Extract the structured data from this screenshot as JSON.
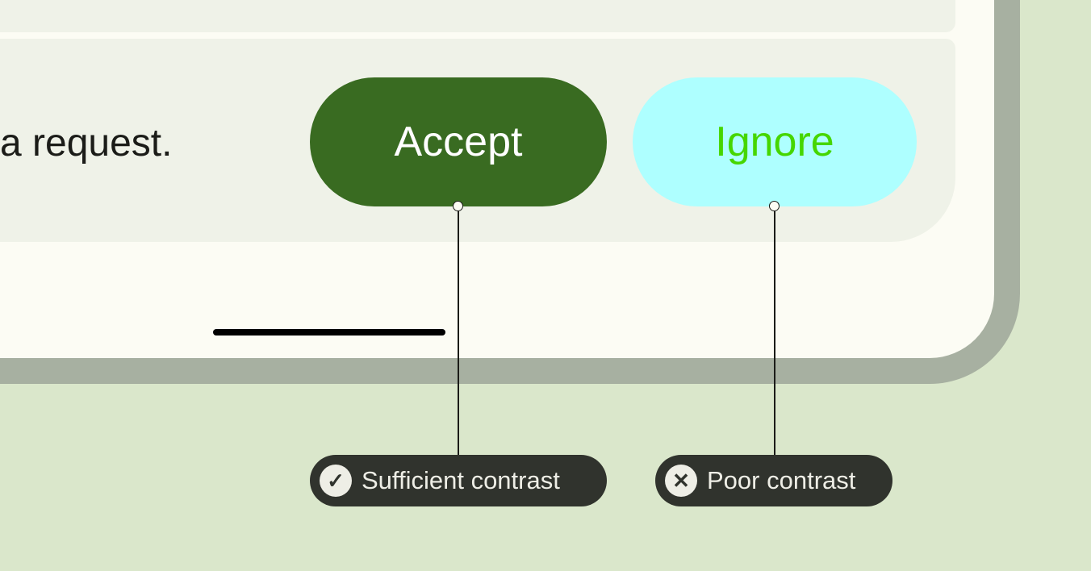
{
  "message": "a request.",
  "buttons": {
    "accept": "Accept",
    "ignore": "Ignore"
  },
  "colors": {
    "accept_bg": "#396b21",
    "accept_text": "#ffffff",
    "ignore_bg": "#aeffff",
    "ignore_text": "#46d600"
  },
  "annotations": [
    {
      "label": "Sufficient contrast",
      "icon": "check-circle-icon",
      "glyph": "✓"
    },
    {
      "label": "Poor contrast",
      "icon": "x-circle-icon",
      "glyph": "✕"
    }
  ]
}
